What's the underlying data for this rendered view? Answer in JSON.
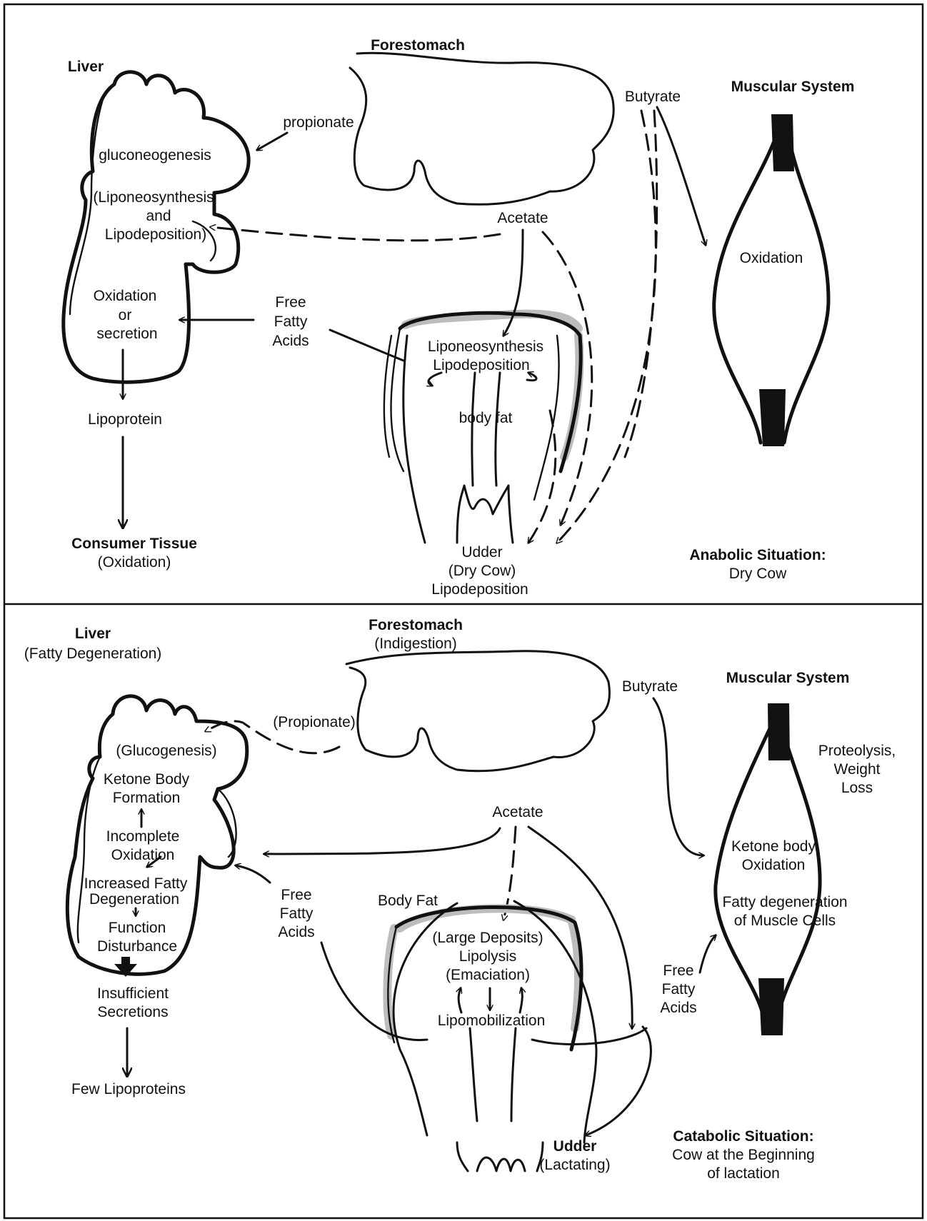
{
  "anabolic": {
    "liver": "Liver",
    "forestomach": "Forestomach",
    "muscular_system": "Muscular System",
    "propionate": "propionate",
    "butyrate": "Butyrate",
    "acetate": "Acetate",
    "gluconeogenesis": "gluconeogenesis",
    "lipo_l1": "(Liponeosynthesis",
    "lipo_l2": "and",
    "lipo_l3": "Lipodeposition)",
    "oxid_l1": "Oxidation",
    "oxid_l2": "or",
    "oxid_l3": "secretion",
    "ffa_l1": "Free",
    "ffa_l2": "Fatty",
    "ffa_l3": "Acids",
    "lipoprotein": "Lipoprotein",
    "consumer_tissue": "Consumer Tissue",
    "consumer_oxidation": "(Oxidation)",
    "bodyfat_l1": "Liponeosynthesis",
    "bodyfat_l2": "Lipodeposition",
    "body_fat": "body fat",
    "udder_l1": "Udder",
    "udder_l2": "(Dry Cow)",
    "udder_l3": "Lipodeposition",
    "muscle_oxidation": "Oxidation",
    "situation_title": "Anabolic Situation:",
    "situation_sub": "Dry Cow"
  },
  "catabolic": {
    "liver": "Liver",
    "liver_sub": "(Fatty Degeneration)",
    "forestomach": "Forestomach",
    "forestomach_sub": "(Indigestion)",
    "muscular_system": "Muscular System",
    "propionate": "(Propionate)",
    "butyrate": "Butyrate",
    "acetate": "Acetate",
    "glucogenesis": "(Glucogenesis)",
    "ketone_l1": "Ketone Body",
    "ketone_l2": "Formation",
    "incomplete_l1": "Incomplete",
    "incomplete_l2": "Oxidation",
    "increased_l1": "Increased Fatty",
    "increased_l2": "Degeneration",
    "function_l1": "Function",
    "function_l2": "Disturbance",
    "insufficient_l1": "Insufficient",
    "insufficient_l2": "Secretions",
    "few_lipoproteins": "Few Lipoproteins",
    "ffa_l1": "Free",
    "ffa_l2": "Fatty",
    "ffa_l3": "Acids",
    "body_fat": "Body Fat",
    "deposits_l1": "(Large Deposits)",
    "deposits_l2": "Lipolysis",
    "deposits_l3": "(Emaciation)",
    "lipomobilization": "Lipomobilization",
    "udder_l1": "Udder",
    "udder_l2": "(Lactating)",
    "proteolysis_l1": "Proteolysis,",
    "proteolysis_l2": "Weight",
    "proteolysis_l3": "Loss",
    "ketone_ox_l1": "Ketone body",
    "ketone_ox_l2": "Oxidation",
    "fatty_deg_l1": "Fatty degeneration",
    "fatty_deg_l2": "of Muscle Cells",
    "ffa2_l1": "Free",
    "ffa2_l2": "Fatty",
    "ffa2_l3": "Acids",
    "situation_title": "Catabolic Situation:",
    "situation_l1": "Cow at the Beginning",
    "situation_l2": "of lactation"
  }
}
